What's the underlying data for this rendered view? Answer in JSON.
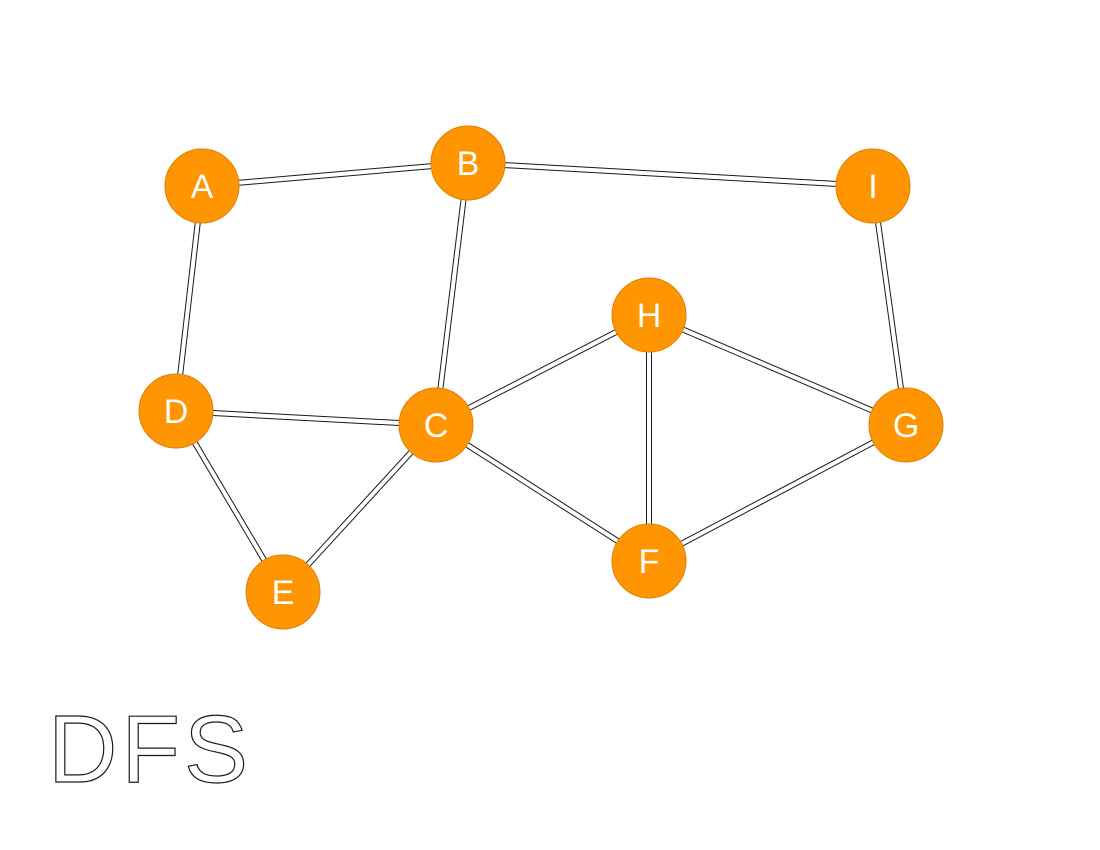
{
  "colors": {
    "background": "#ffffff",
    "node_fill": "#ff9500",
    "node_stroke": "#e08000",
    "node_label": "#ffffff",
    "edge_outline": "#1a1a1a",
    "edge_fill": "#ffffff"
  },
  "caption": "DFS",
  "nodes": [
    {
      "id": "A",
      "label": "A"
    },
    {
      "id": "B",
      "label": "B"
    },
    {
      "id": "I",
      "label": "I"
    },
    {
      "id": "D",
      "label": "D"
    },
    {
      "id": "C",
      "label": "C"
    },
    {
      "id": "H",
      "label": "H"
    },
    {
      "id": "G",
      "label": "G"
    },
    {
      "id": "E",
      "label": "E"
    },
    {
      "id": "F",
      "label": "F"
    }
  ],
  "edges": [
    {
      "from": "A",
      "to": "B"
    },
    {
      "from": "B",
      "to": "I"
    },
    {
      "from": "A",
      "to": "D"
    },
    {
      "from": "B",
      "to": "C"
    },
    {
      "from": "I",
      "to": "G"
    },
    {
      "from": "D",
      "to": "C"
    },
    {
      "from": "D",
      "to": "E"
    },
    {
      "from": "C",
      "to": "E"
    },
    {
      "from": "C",
      "to": "H"
    },
    {
      "from": "C",
      "to": "F"
    },
    {
      "from": "H",
      "to": "F"
    },
    {
      "from": "H",
      "to": "G"
    },
    {
      "from": "F",
      "to": "G"
    }
  ]
}
